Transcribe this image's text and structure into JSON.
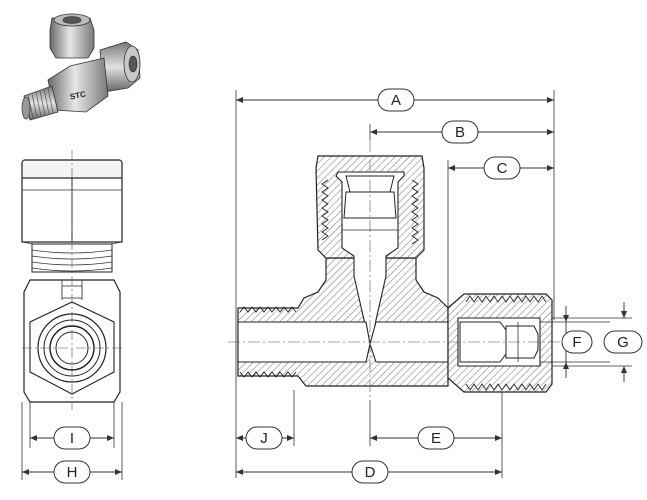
{
  "product": {
    "brand_text": "STC"
  },
  "dimensions": {
    "A": "A",
    "B": "B",
    "C": "C",
    "D": "D",
    "E": "E",
    "F": "F",
    "G": "G",
    "H": "H",
    "I": "I",
    "J": "J"
  },
  "colors": {
    "hatch": "#555555",
    "metal_light": "#dcdcdc",
    "metal_dark": "#4a4a4a",
    "line": "#222222"
  }
}
